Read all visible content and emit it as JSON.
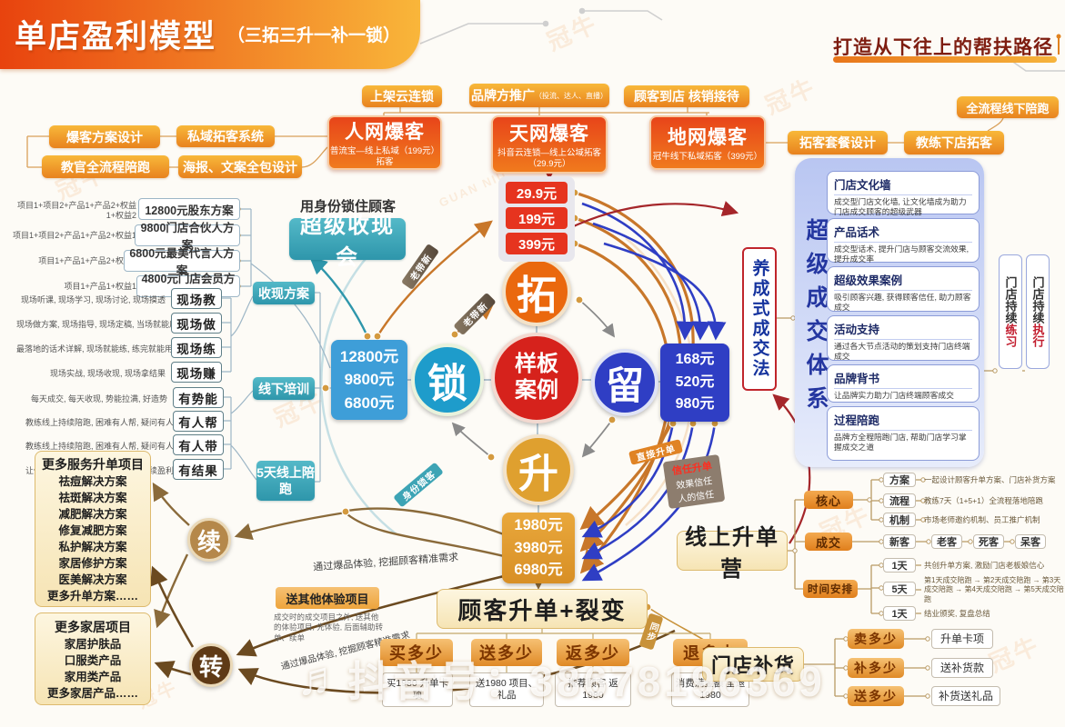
{
  "header": {
    "title": "单店盈利模型",
    "subtitle": "（三拓三升一补一锁）",
    "slogan": "打造从下往上的帮扶路径"
  },
  "watermark": {
    "brand": "冠牛",
    "latin": "GUAN NIU",
    "douyin_icon": "♬",
    "douyin": "抖音号：38678196369"
  },
  "top_flow": {
    "labels": [
      "上架云连锁",
      "品牌方推广",
      "顾客到店 核销接待"
    ],
    "promo_small": "（投流、达人、直播）"
  },
  "networks": [
    {
      "title": "人网爆客",
      "sub": "普流宝—线上私域（199元）拓客"
    },
    {
      "title": "天网爆客",
      "sub": "抖音云连锁—线上公域拓客（29.9元）"
    },
    {
      "title": "地网爆客",
      "sub": "冠牛线下私域拓客（399元）"
    }
  ],
  "left_top": [
    "爆客方案设计",
    "私域拓客系统",
    "教官全流程陪跑",
    "海报、文案全包设计"
  ],
  "right_top": [
    "拓客套餐设计",
    "教练下店拓客",
    "全流程线下陪跑"
  ],
  "plans": [
    {
      "cond": "项目1+项目2+产品1+产品2+权益1+权益2",
      "label": "12800元股东方案"
    },
    {
      "cond": "项目1+项目2+产品1+产品2+权益1",
      "label": "9800门店合伙人方案"
    },
    {
      "cond": "项目1+产品1+产品2+权益1",
      "label": "6800元最美代言人方案"
    },
    {
      "cond": "项目1+产品1+权益1",
      "label": "4800元门店会员方案"
    }
  ],
  "scene": [
    {
      "desc": "现场听课, 现场学习, 现场讨论, 现场摸透",
      "label": "现场教"
    },
    {
      "desc": "现场做方案, 现场指导, 现场定稿, 当场就能用",
      "label": "现场做"
    },
    {
      "desc": "最落地的话术详解, 现场就能练, 练完就能用",
      "label": "现场练"
    },
    {
      "desc": "现场实战, 现场收现, 现场拿结果",
      "label": "现场赚"
    }
  ],
  "support": [
    {
      "desc": "每天成交, 每天收现, 势能拉满, 好造势",
      "label": "有势能"
    },
    {
      "desc": "教练线上持续陪跑, 困难有人帮, 疑问有人解",
      "label": "有人帮"
    },
    {
      "desc": "教练线上持续陪跑, 困难有人帮, 疑问有人解",
      "label": "有人带"
    },
    {
      "desc": "让你回店后持续复购, 持续收现, 持续盈利",
      "label": "有结果"
    }
  ],
  "stages": [
    "收现方案",
    "线下培训",
    "5天线上陪跑"
  ],
  "center": {
    "lock_note": "用身份锁住顾客",
    "super_cash": "超级收现会",
    "lock_prices": [
      "12800元",
      "9800元",
      "6800元"
    ],
    "tuo": "拓",
    "suo": "锁",
    "liu": "留",
    "sheng": "升",
    "sample": "样板案例",
    "tuo_prices": [
      "29.9元",
      "199元",
      "399元"
    ],
    "liu_prices": [
      "168元",
      "520元",
      "980元"
    ],
    "sheng_prices": [
      "1980元",
      "3980元",
      "6980元"
    ],
    "nurture": "养成式成交法",
    "ribbon_referral": "老带新",
    "ribbon_identity": "身份锁客",
    "ribbon_direct": "直接升单",
    "ribbon_sync": "同步",
    "trust": {
      "title": "信任升单",
      "lines": [
        "效果信任",
        "人的信任"
      ]
    },
    "upgrade_split": "顾客升单+裂变",
    "split_options": [
      {
        "label": "买多少",
        "note": "买1980 升单卡项"
      },
      {
        "label": "送多少",
        "note": "送1980 项目、礼品"
      },
      {
        "label": "返多少",
        "note": "推荐顾客 返1980"
      },
      {
        "label": "退多少",
        "note": "消费满金额 全退1980"
      }
    ],
    "experience": {
      "label": "送其他体验项目",
      "note": "成交时的成交项目之外, 送其他的体验项目, 先体验, 后面辅助转单、续单"
    },
    "discover": "通过爆品体验, 挖掘顾客精准需求"
  },
  "deal_system": {
    "vertical_title": "超级成交体系",
    "cards": [
      {
        "title": "门店文化墙",
        "desc": "成交型门店文化墙, 让文化墙成为助力门店成交顾客的超级武器"
      },
      {
        "title": "产品话术",
        "desc": "成交型话术, 提升门店与顾客交流效果, 提升成交率"
      },
      {
        "title": "超级效果案例",
        "desc": "吸引顾客兴趣, 获得顾客信任, 助力顾客成交"
      },
      {
        "title": "活动支持",
        "desc": "通过各大节点活动的策划支持门店终端成交"
      },
      {
        "title": "品牌背书",
        "desc": "让品牌实力助力门店终端顾客成交"
      },
      {
        "title": "过程陪跑",
        "desc": "品牌方全程陪跑门店, 帮助门店学习掌握成交之道"
      }
    ],
    "practice": [
      {
        "prefix": "门店持续",
        "red": "练习"
      },
      {
        "prefix": "门店持续",
        "red": "执行"
      }
    ]
  },
  "more_services": {
    "title": "更多服务升单项目",
    "items": [
      "祛痘解决方案",
      "祛斑解决方案",
      "减肥解决方案",
      "修复减肥方案",
      "私护解决方案",
      "家居修护方案",
      "医美解决方案",
      "更多升单方案……"
    ]
  },
  "more_home": {
    "title": "更多家居项目",
    "items": [
      "家居护肤品",
      "口服类产品",
      "家用类产品",
      "更多家居产品……"
    ]
  },
  "cycle": {
    "renew": "续",
    "transfer": "转"
  },
  "camp": {
    "title": "线上升单营",
    "core": {
      "label": "核心",
      "children": [
        {
          "label": "方案",
          "note": "一起设计顾客升单方案、门店补货方案"
        },
        {
          "label": "流程",
          "note": "教练7天（1+5+1）全流程落地陪跑"
        },
        {
          "label": "机制",
          "note": "市场老师邀约机制、员工推广机制"
        }
      ]
    },
    "deal": {
      "label": "成交",
      "chain": [
        "新客",
        "老客",
        "死客",
        "呆客"
      ]
    },
    "schedule": {
      "label": "时间安排",
      "children": [
        {
          "label": "1天",
          "note": "共创升单方案, 激励门店老板娘信心"
        },
        {
          "label": "5天",
          "note": "第1天成交陪跑 → 第2天成交陪跑 → 第3天成交陪跑 → 第4天成交陪跑 → 第5天成交陪跑"
        },
        {
          "label": "1天",
          "note": "结业颁奖, 复盘总结"
        }
      ]
    }
  },
  "restock": {
    "title": "门店补货",
    "rows": [
      {
        "label": "卖多少",
        "note": "升单卡项"
      },
      {
        "label": "补多少",
        "note": "送补货款"
      },
      {
        "label": "送多少",
        "note": "补货送礼品"
      }
    ]
  }
}
